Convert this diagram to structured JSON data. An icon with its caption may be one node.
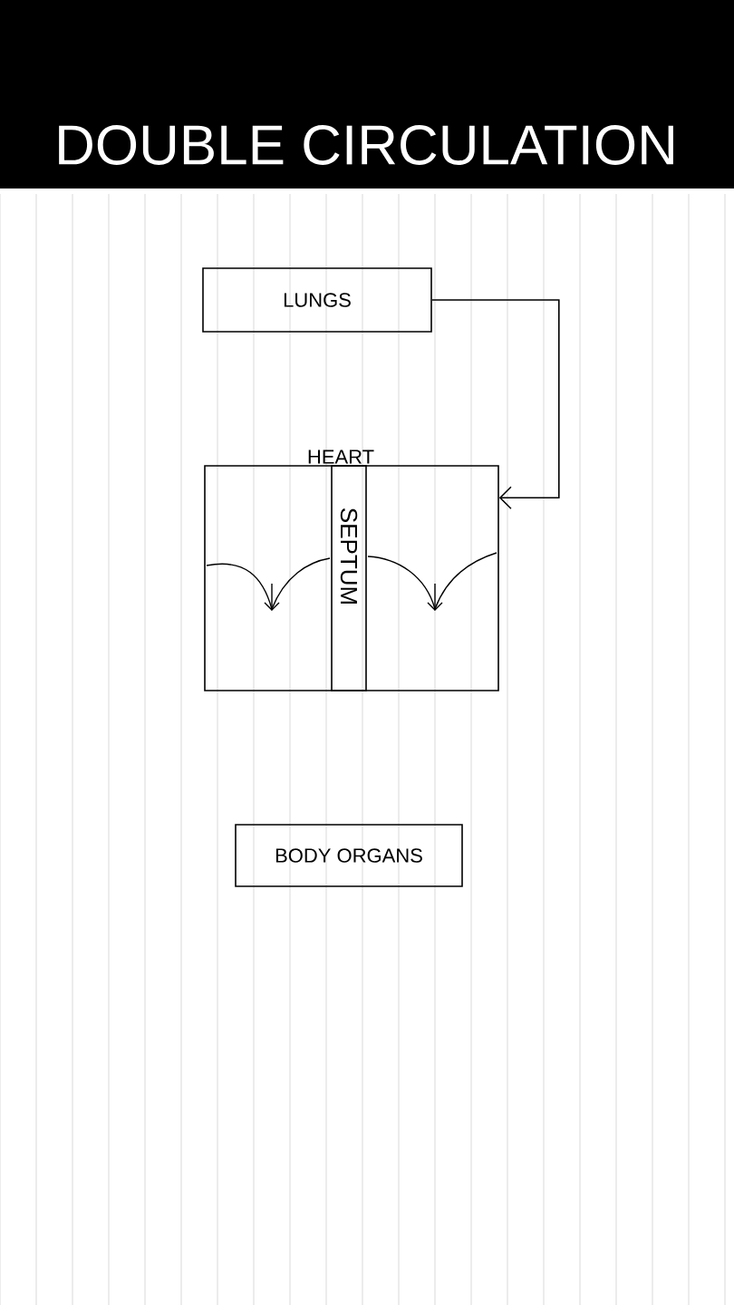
{
  "diagram": {
    "title": "DOUBLE CIRCULATION",
    "nodes": [
      {
        "text": [
          "LUNGS"
        ]
      },
      {
        "text": [
          "HEART"
        ]
      },
      {
        "text": [
          "SEPTUM"
        ],
        "in": 1
      },
      {
        "text": [
          "BODY ORGANS"
        ]
      }
    ],
    "edges": [
      {
        "from": 0,
        "to": 1,
        "arrow": "to"
      }
    ]
  }
}
